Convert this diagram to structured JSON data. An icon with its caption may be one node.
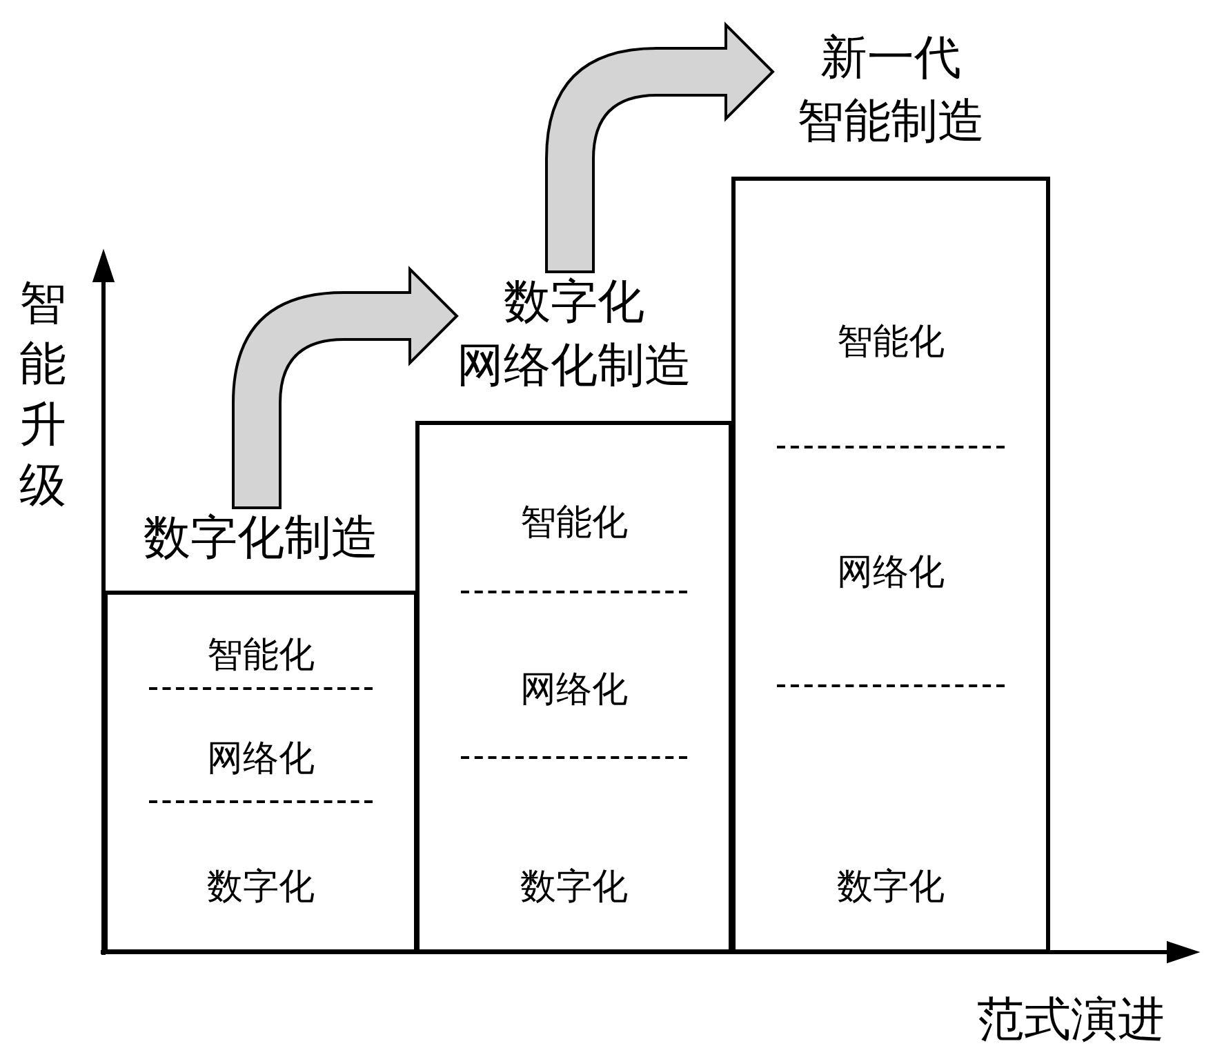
{
  "diagram": {
    "nodes": [
      {
        "text": [
          "数字化制造",
          "智能化",
          "网络化",
          "数字化"
        ]
      },
      {
        "text": [
          "数字化网络化制造",
          "智能化",
          "网络化",
          "数字化"
        ]
      },
      {
        "text": [
          "新一代智能制造",
          "智能化",
          "网络化",
          "数字化"
        ]
      }
    ],
    "edges": [
      {
        "from": 0,
        "to": 1,
        "arrow": "to"
      },
      {
        "from": 1,
        "to": 2,
        "arrow": "to"
      }
    ],
    "labels": [
      "智能升级",
      "范式演进"
    ]
  }
}
